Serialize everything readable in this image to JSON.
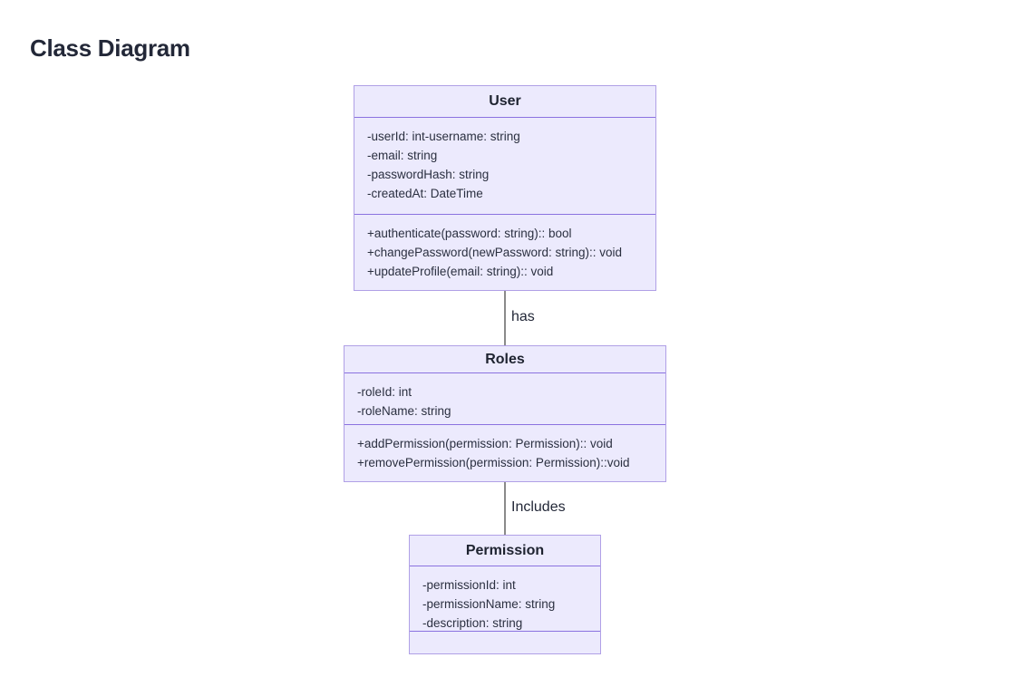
{
  "page": {
    "title": "Class Diagram",
    "background_color": "#ffffff",
    "title_color": "#232838"
  },
  "theme": {
    "box_fill": "#eceafd",
    "box_border": "#b0a0e6",
    "divider": "#8b72e0",
    "connector": "#8a8a8a",
    "text": "#2b3040",
    "header_text": "#1e2330"
  },
  "diagram": {
    "type": "uml-class-diagram",
    "classes": [
      {
        "name": "User",
        "attributes": [
          "-userId: int-username: string",
          "-email: string",
          "-passwordHash: string",
          "-createdAt: DateTime"
        ],
        "methods": [
          "+authenticate(password: string):: bool",
          "+changePassword(newPassword: string):: void",
          "+updateProfile(email: string):: void"
        ]
      },
      {
        "name": "Roles",
        "attributes": [
          "-roleId: int",
          "-roleName: string"
        ],
        "methods": [
          "+addPermission(permission: Permission):: void",
          "+removePermission(permission: Permission)::void"
        ]
      },
      {
        "name": "Permission",
        "attributes": [
          "-permissionId: int",
          "-permissionName: string",
          "-description: string"
        ],
        "methods": []
      }
    ],
    "relationships": [
      {
        "from": "User",
        "to": "Roles",
        "label": "has"
      },
      {
        "from": "Roles",
        "to": "Permission",
        "label": "Includes"
      }
    ]
  }
}
